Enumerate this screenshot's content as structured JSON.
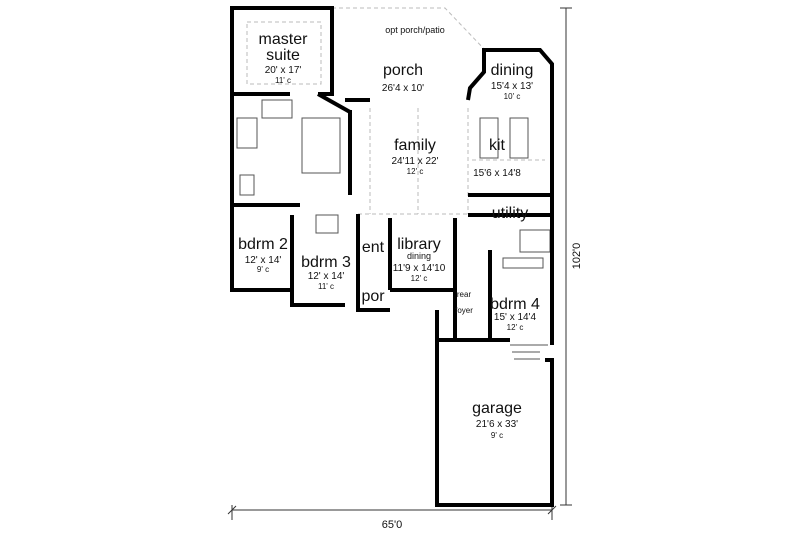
{
  "rooms": {
    "master_suite": {
      "name1": "master",
      "name2": "suite",
      "dim": "20' x 17'",
      "ceil": "11' c"
    },
    "porch": {
      "name": "porch",
      "dim": "26'4 x 10'"
    },
    "dining": {
      "name": "dining",
      "dim": "15'4 x 13'",
      "ceil": "10' c"
    },
    "family": {
      "name": "family",
      "dim": "24'11 x 22'",
      "ceil": "12' c"
    },
    "kit": {
      "name": "kit",
      "dim": "15'6 x 14'8"
    },
    "utility": {
      "name": "utility"
    },
    "bdrm2": {
      "name": "bdrm 2",
      "dim": "12' x 14'",
      "ceil": "9' c"
    },
    "bdrm3": {
      "name": "bdrm 3",
      "dim": "12' x 14'",
      "ceil": "11' c"
    },
    "ent": {
      "name": "ent"
    },
    "library": {
      "name": "library",
      "sub": "dining",
      "dim": "11'9 x 14'10",
      "ceil": "12' c"
    },
    "por": {
      "name": "por"
    },
    "rear_foyer": {
      "line1": "rear",
      "line2": "foyer"
    },
    "bdrm4": {
      "name": "bdrm 4",
      "dim": "15' x 14'4",
      "ceil": "12' c"
    },
    "garage": {
      "name": "garage",
      "dim": "21'6 x 33'",
      "ceil": "9' c"
    }
  },
  "labels": {
    "opt_porch": "opt porch/patio"
  },
  "dimensions": {
    "width": "65'0",
    "depth": "102'0"
  }
}
